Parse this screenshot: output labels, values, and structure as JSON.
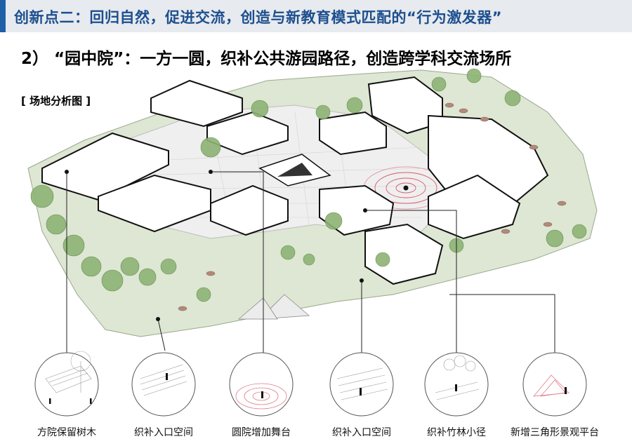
{
  "header": {
    "title": "创新点二：回归自然，促进交流，创造与新教育模式匹配的“行为激发器”"
  },
  "section": {
    "title": "2） “园中院”：一方一圆，织补公共游园路径，创造跨学科交流场所",
    "sublabel": "[ 场地分析图 ]"
  },
  "callouts": [
    {
      "label": "方院保留树木"
    },
    {
      "label": "织补入口空间"
    },
    {
      "label": "圆院增加舞台"
    },
    {
      "label": "织补入口空间"
    },
    {
      "label": "织补竹林小径"
    },
    {
      "label": "新增三角形景观平台"
    }
  ],
  "colors": {
    "accent": "#1f5fa8",
    "title_blue": "#1d4f8f",
    "grass": "#d9e4cf",
    "tree": "#7fa768",
    "plaza": "#eeeeee",
    "stage_red": "#d85a6a"
  }
}
